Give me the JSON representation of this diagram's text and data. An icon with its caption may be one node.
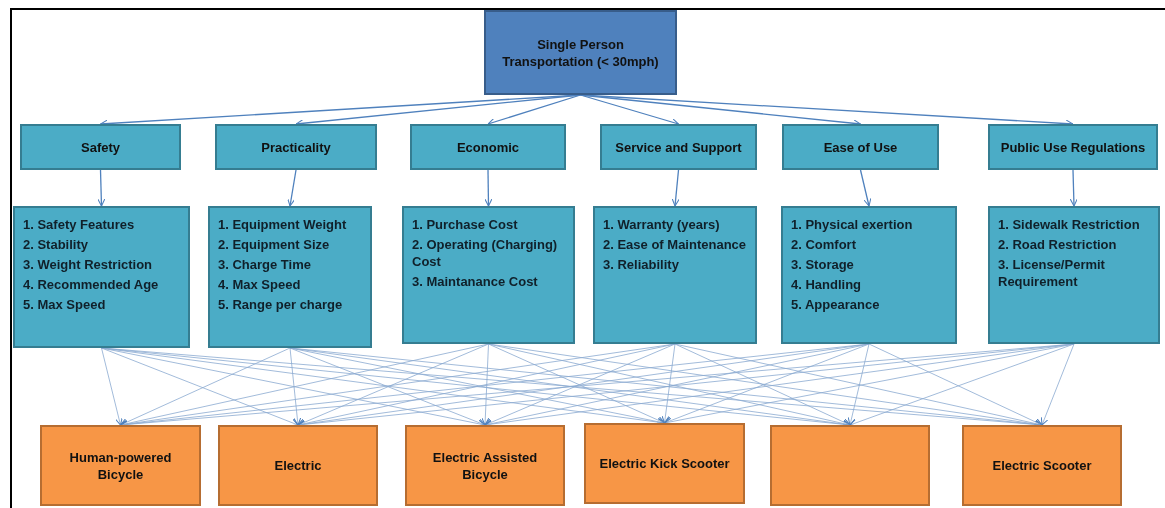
{
  "diagram": {
    "nodes": [
      {
        "text": [
          "Single Person Transportation (< 30mph)"
        ]
      },
      {
        "text": [
          "Safety"
        ]
      },
      {
        "text": [
          "Practicality"
        ]
      },
      {
        "text": [
          "Economic"
        ]
      },
      {
        "text": [
          "Service and Support"
        ]
      },
      {
        "text": [
          "Ease of Use"
        ]
      },
      {
        "text": [
          "Public Use Regulations"
        ]
      },
      {
        "text": [
          "1. Safety Features",
          "2. Stability",
          "3. Weight Restriction",
          "4. Recommended Age",
          "5. Max Speed"
        ]
      },
      {
        "text": [
          "1. Equipment Weight",
          "2. Equipment Size",
          "3. Charge Time",
          "4. Max Speed",
          "5. Range per charge"
        ]
      },
      {
        "text": [
          "1. Purchase Cost",
          "2. Operating (Charging) Cost",
          "3. Maintanance Cost"
        ]
      },
      {
        "text": [
          "1. Warranty (years)",
          "2. Ease of Maintenance",
          "3. Reliability"
        ]
      },
      {
        "text": [
          "1. Physical exertion",
          "2. Comfort",
          "3. Storage",
          "4. Handling",
          "5. Appearance"
        ]
      },
      {
        "text": [
          "1. Sidewalk Restriction",
          "2. Road Restriction",
          "3. License/Permit Requirement"
        ]
      },
      {
        "text": [
          "Human-powered Bicycle"
        ]
      },
      {
        "text": [
          "Electric"
        ]
      },
      {
        "text": [
          "Electric Assisted Bicycle"
        ]
      },
      {
        "text": [
          "Electric Kick Scooter"
        ]
      },
      {
        "text": [],
        "shape": "box"
      },
      {
        "text": [
          "Electric Scooter"
        ]
      }
    ],
    "edges": [
      {
        "from": 0,
        "to": 1,
        "arrow": "to"
      },
      {
        "from": 0,
        "to": 2,
        "arrow": "to"
      },
      {
        "from": 0,
        "to": 3,
        "arrow": "to"
      },
      {
        "from": 0,
        "to": 4,
        "arrow": "to"
      },
      {
        "from": 0,
        "to": 5,
        "arrow": "to"
      },
      {
        "from": 0,
        "to": 6,
        "arrow": "to"
      },
      {
        "from": 1,
        "to": 7,
        "arrow": "to"
      },
      {
        "from": 2,
        "to": 8,
        "arrow": "to"
      },
      {
        "from": 3,
        "to": 9,
        "arrow": "to"
      },
      {
        "from": 4,
        "to": 10,
        "arrow": "to"
      },
      {
        "from": 5,
        "to": 11,
        "arrow": "to"
      },
      {
        "from": 6,
        "to": 12,
        "arrow": "to"
      },
      {
        "from": 7,
        "to": 13,
        "arrow": "to"
      },
      {
        "from": 7,
        "to": 14,
        "arrow": "to"
      },
      {
        "from": 7,
        "to": 15,
        "arrow": "to"
      },
      {
        "from": 7,
        "to": 16,
        "arrow": "to"
      },
      {
        "from": 7,
        "to": 17,
        "arrow": "to"
      },
      {
        "from": 7,
        "to": 18,
        "arrow": "to"
      },
      {
        "from": 8,
        "to": 13,
        "arrow": "to"
      },
      {
        "from": 8,
        "to": 14,
        "arrow": "to"
      },
      {
        "from": 8,
        "to": 15,
        "arrow": "to"
      },
      {
        "from": 8,
        "to": 16,
        "arrow": "to"
      },
      {
        "from": 8,
        "to": 17,
        "arrow": "to"
      },
      {
        "from": 8,
        "to": 18,
        "arrow": "to"
      },
      {
        "from": 9,
        "to": 13,
        "arrow": "to"
      },
      {
        "from": 9,
        "to": 14,
        "arrow": "to"
      },
      {
        "from": 9,
        "to": 15,
        "arrow": "to"
      },
      {
        "from": 9,
        "to": 16,
        "arrow": "to"
      },
      {
        "from": 9,
        "to": 17,
        "arrow": "to"
      },
      {
        "from": 9,
        "to": 18,
        "arrow": "to"
      },
      {
        "from": 10,
        "to": 13,
        "arrow": "to"
      },
      {
        "from": 10,
        "to": 14,
        "arrow": "to"
      },
      {
        "from": 10,
        "to": 15,
        "arrow": "to"
      },
      {
        "from": 10,
        "to": 16,
        "arrow": "to"
      },
      {
        "from": 10,
        "to": 17,
        "arrow": "to"
      },
      {
        "from": 10,
        "to": 18,
        "arrow": "to"
      },
      {
        "from": 11,
        "to": 13,
        "arrow": "to"
      },
      {
        "from": 11,
        "to": 14,
        "arrow": "to"
      },
      {
        "from": 11,
        "to": 15,
        "arrow": "to"
      },
      {
        "from": 11,
        "to": 16,
        "arrow": "to"
      },
      {
        "from": 11,
        "to": 17,
        "arrow": "to"
      },
      {
        "from": 11,
        "to": 18,
        "arrow": "to"
      },
      {
        "from": 12,
        "to": 13,
        "arrow": "to"
      },
      {
        "from": 12,
        "to": 14,
        "arrow": "to"
      },
      {
        "from": 12,
        "to": 15,
        "arrow": "to"
      },
      {
        "from": 12,
        "to": 16,
        "arrow": "to"
      },
      {
        "from": 12,
        "to": 17,
        "arrow": "to"
      },
      {
        "from": 12,
        "to": 18,
        "arrow": "to"
      }
    ]
  }
}
